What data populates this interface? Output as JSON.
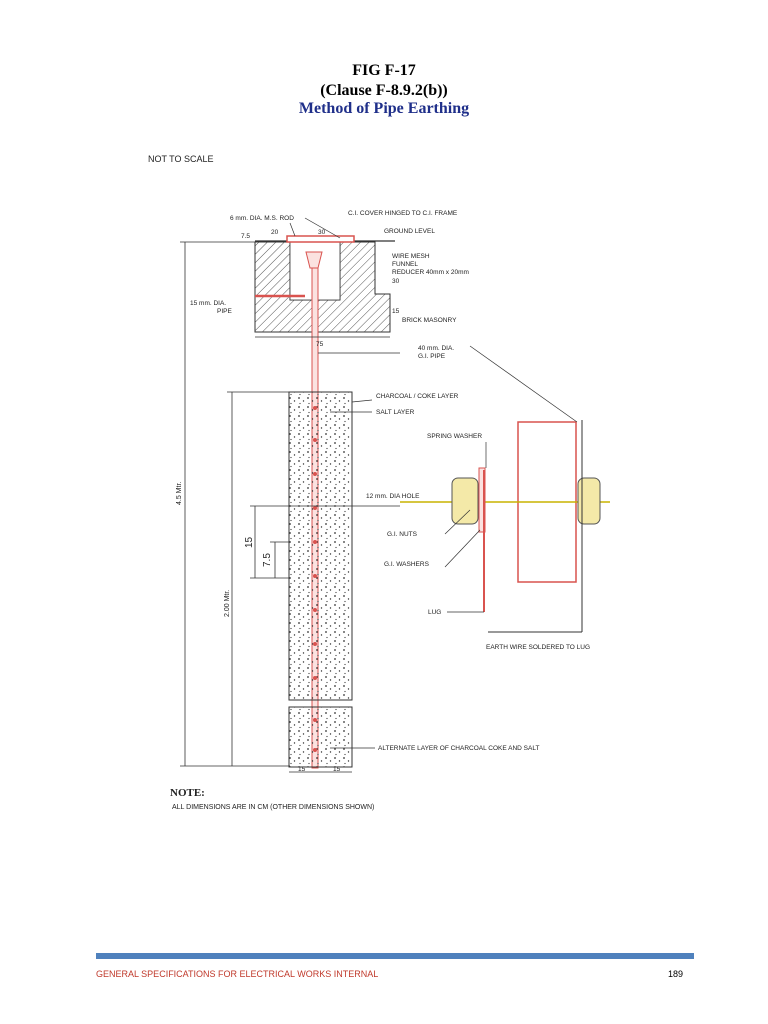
{
  "header": {
    "fig_number": "FIG F-17",
    "clause": "(Clause F-8.9.2(b))",
    "title": "Method of Pipe Earthing"
  },
  "drawing": {
    "scale_note": "NOT TO SCALE",
    "labels": {
      "ms_rod": "6 mm. DIA. M.S. ROD",
      "ci_cover": "C.I. COVER HINGED TO C.I. FRAME",
      "ground_level": "GROUND LEVEL",
      "wire_mesh": "WIRE MESH",
      "funnel": "FUNNEL",
      "reducer": "REDUCER 40mm x 20mm",
      "pipe_15": "15 mm. DIA.",
      "pipe_word": "PIPE",
      "brick_masonry": "BRICK MASONRY",
      "gi_pipe_1": "40 mm. DIA.",
      "gi_pipe_2": "G.I. PIPE",
      "charcoal": "CHARCOAL / COKE LAYER",
      "salt": "SALT LAYER",
      "spring_washer": "SPRING WASHER",
      "hole": "12 mm. DIA HOLE",
      "gi_nuts": "G.I. NUTS",
      "gi_washers": "G.I. WASHERS",
      "lug": "LUG",
      "earth_wire": "EARTH WIRE SOLDERED TO LUG",
      "alternate": "ALTERNATE LAYER OF CHARCOAL COKE AND SALT"
    },
    "dims": {
      "d7_5_top": "7.5",
      "d20": "20",
      "d30_top": "30",
      "d30_side": "30",
      "d15_side": "15",
      "d75_pipe": "75",
      "d4_5": "4.5 Mtr.",
      "d2_00": "2.00 Mtr.",
      "d15": "15",
      "d7_5": "7.5",
      "d15_left": "15",
      "d15_right": "15"
    },
    "note_heading": "NOTE:",
    "note_text": "ALL DIMENSIONS ARE IN CM (OTHER DIMENSIONS SHOWN)"
  },
  "footer": {
    "left": "GENERAL SPECIFICATIONS FOR ELECTRICAL WORKS INTERNAL",
    "page": "189"
  },
  "colors": {
    "title_blue": "#1f2f8a",
    "pipe_red": "#d9534f",
    "footer_bar": "#4f81bd",
    "footer_text": "#c0392b"
  }
}
